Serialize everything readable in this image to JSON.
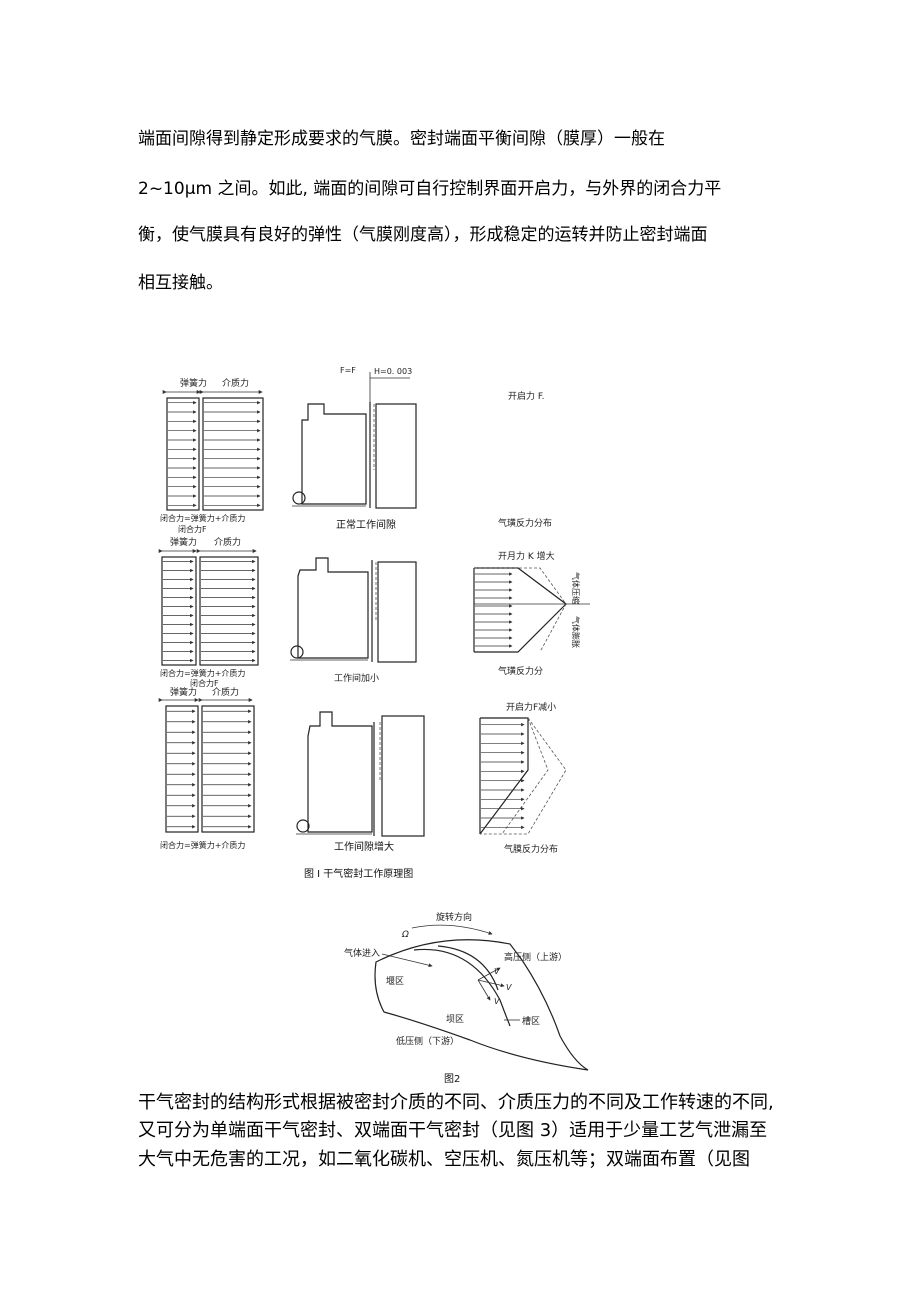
{
  "paragraphs_top": [
    "端面间隙得到静定形成要求的气膜。密封端面平衡间隙（膜厚）一般在",
    "2~10μm 之间。如此, 端面的间隙可自行控制界面开启力，与外界的闭合力平",
    "衡，使气膜具有良好的弹性（气膜刚度高），形成稳定的运转并防止密封端面",
    "相互接触。"
  ],
  "figure1": {
    "caption": "图 I 干气密封工作原理图",
    "row1": {
      "spring_label": "弹簧力",
      "medium_label": "介质力",
      "closing_eq": "闭合力=弹簧力+介质力",
      "closing_label": "闭合力F",
      "ff_label": "F=F",
      "h_label": "H=0. 003",
      "gap_caption": "正常工作间隙",
      "open_label": "开启力 F.",
      "film_caption": "气璜反力分布"
    },
    "row2": {
      "spring_label": "弹簧力",
      "medium_label": "介质力",
      "closing_eq": "闭合力=弹簧力+介质力",
      "closing_label": "闭合力F",
      "gap_caption": "工作间加小",
      "open_label": "开月力 K 增大",
      "side_label_1": "气体压缩",
      "side_label_2": "气体膨胀",
      "film_caption": "气璜反力分"
    },
    "row3": {
      "spring_label": "弹簧力",
      "medium_label": "介质力",
      "closing_eq": "闭合力=弹簧力+介质力",
      "gap_caption": "工作间隙增大",
      "open_label": "开启力F减小",
      "film_caption": "气膜反力分布"
    }
  },
  "figure2": {
    "caption": "图2",
    "rotation": "旋转方向",
    "omega": "Ω",
    "gas_in": "气体进入",
    "high_side": "高压侧（上游）",
    "dam_zone": "堰区",
    "weir_zone": "坝区",
    "groove_zone": "槽区",
    "low_side": "低压侧（下游）",
    "v_labels": [
      "V",
      "V",
      "V"
    ]
  },
  "paragraphs_bottom": [
    "干气密封的结构形式根据被密封介质的不同、介质压力的不同及工作转速的不同,",
    "又可分为单端面干气密封、双端面干气密封（见图 3）适用于少量工艺气泄漏至",
    "大气中无危害的工况，如二氧化碳机、空压机、氮压机等；双端面布置（见图"
  ]
}
